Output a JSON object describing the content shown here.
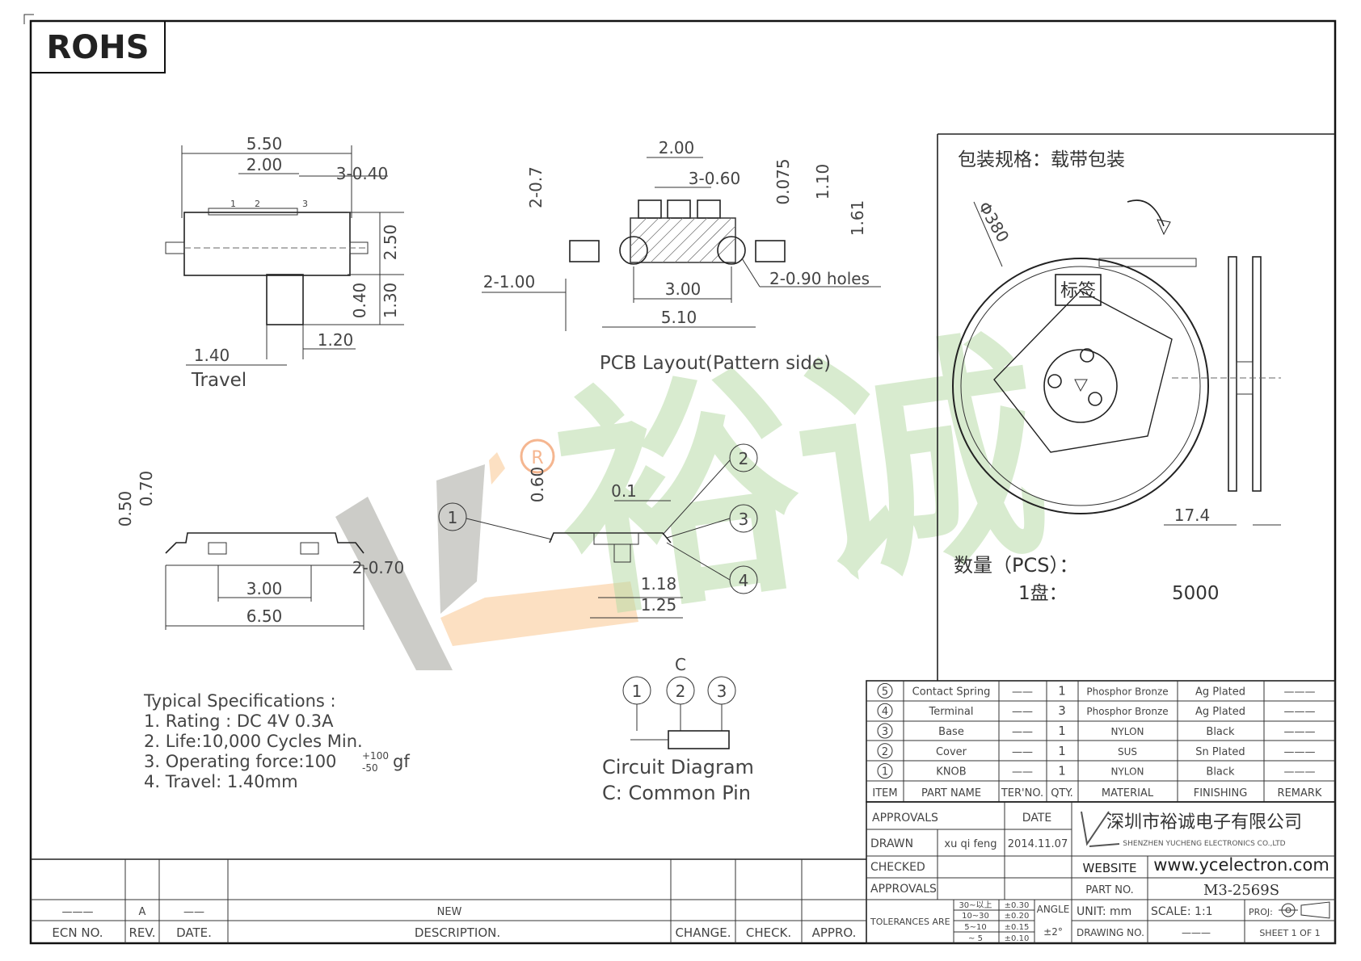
{
  "rohs": "ROHS",
  "top_view": {
    "dims": [
      "5.50",
      "2.00",
      "3-0.40",
      "2.50",
      "0.40",
      "1.30",
      "1.20",
      "1.40"
    ],
    "pins": [
      "1",
      "2",
      "3"
    ],
    "travel_label": "Travel"
  },
  "pcb_layout": {
    "dims": [
      "2.00",
      "3-0.60",
      "2-0.7",
      "0.075",
      "1.10",
      "1.61",
      "2-1.00",
      "3.00",
      "5.10",
      "2-0.90  holes"
    ],
    "title": "PCB  Layout(Pattern  side)"
  },
  "side_view": {
    "dims": [
      "0.50",
      "0.70",
      "2-0.70",
      "3.00",
      "6.50",
      "0.60",
      "0.1",
      "1.18",
      "1.25"
    ],
    "callouts": [
      "1",
      "2",
      "3",
      "4"
    ]
  },
  "packaging": {
    "title": "包装规格：载带包装",
    "diameter": "Φ380",
    "label": "标签",
    "width": "17.4",
    "qty_label": "数量（PCS）：",
    "reel_label": "1盘：",
    "reel_qty": "5000"
  },
  "specs": {
    "title": "Typical  Specifications  :",
    "line1": "1.    Rating  :  DC  4V  0.3A",
    "line2": "2.    Life:10,000  Cycles  Min.",
    "line3": "3.  Operating  force:100",
    "force_plus": "+100",
    "force_minus": "-50",
    "force_unit": "gf",
    "line4": "4.  Travel:  1.40mm"
  },
  "circuit": {
    "c": "C",
    "pins": [
      "1",
      "2",
      "3"
    ],
    "title": "Circuit  Diagram",
    "subtitle": "C:  Common  Pin"
  },
  "bom": {
    "rows": [
      {
        "item": "5",
        "name": "Contact  Spring",
        "ter": "——",
        "qty": "1",
        "material": "Phosphor Bronze",
        "finishing": "Ag  Plated",
        "remark": "———"
      },
      {
        "item": "4",
        "name": "Terminal",
        "ter": "——",
        "qty": "3",
        "material": "Phosphor Bronze",
        "finishing": "Ag  Plated",
        "remark": "———"
      },
      {
        "item": "3",
        "name": "Base",
        "ter": "——",
        "qty": "1",
        "material": "NYLON",
        "finishing": "Black",
        "remark": "———"
      },
      {
        "item": "2",
        "name": "Cover",
        "ter": "——",
        "qty": "1",
        "material": "SUS",
        "finishing": "Sn  Plated",
        "remark": "———"
      },
      {
        "item": "1",
        "name": "KNOB",
        "ter": "——",
        "qty": "1",
        "material": "NYLON",
        "finishing": "Black",
        "remark": "———"
      }
    ],
    "headers": [
      "ITEM",
      "PART  NAME",
      "TER'NO.",
      "QTY.",
      "MATERIAL",
      "FINISHING",
      "REMARK"
    ]
  },
  "title_block": {
    "approvals": "APPROVALS",
    "date": "DATE",
    "drawn": "DRAWN",
    "drawn_by": "xu  qi  feng",
    "drawn_date": "2014.11.07",
    "checked": "CHECKED",
    "approvals2": "APPROVALS",
    "tolerances": "TOLERANCES  ARE",
    "tol_ranges": [
      "30~以上",
      "10~30",
      "5~10",
      "~  5"
    ],
    "tol_values": [
      "±0.30",
      "±0.20",
      "±0.15",
      "±0.10"
    ],
    "angle": "ANGLE",
    "angle_value": "±2°",
    "company_cn": "深圳市裕诚电子有限公司",
    "company_en": "SHENZHEN  YUCHENG  ELECTRONICS  CO.,LTD",
    "website_label": "WEBSITE",
    "website": "www.ycelectron.com",
    "part_no_label": "PART  NO.",
    "part_no": "M3-2569S",
    "unit": "UNIT:  mm",
    "scale": "SCALE:    1:1",
    "proj": "PROJ:",
    "drawing_no": "DRAWING  NO.",
    "drawing_no_value": "———",
    "sheet": "SHEET    1  OF  1"
  },
  "revision": {
    "row": [
      "———",
      "A",
      "——",
      "NEW",
      "",
      "",
      ""
    ],
    "headers": [
      "ECN  NO.",
      "REV.",
      "DATE.",
      "DESCRIPTION.",
      "CHANGE.",
      "CHECK.",
      "APPRO."
    ]
  },
  "watermark": {
    "text": "裕诚",
    "reg": "R"
  }
}
